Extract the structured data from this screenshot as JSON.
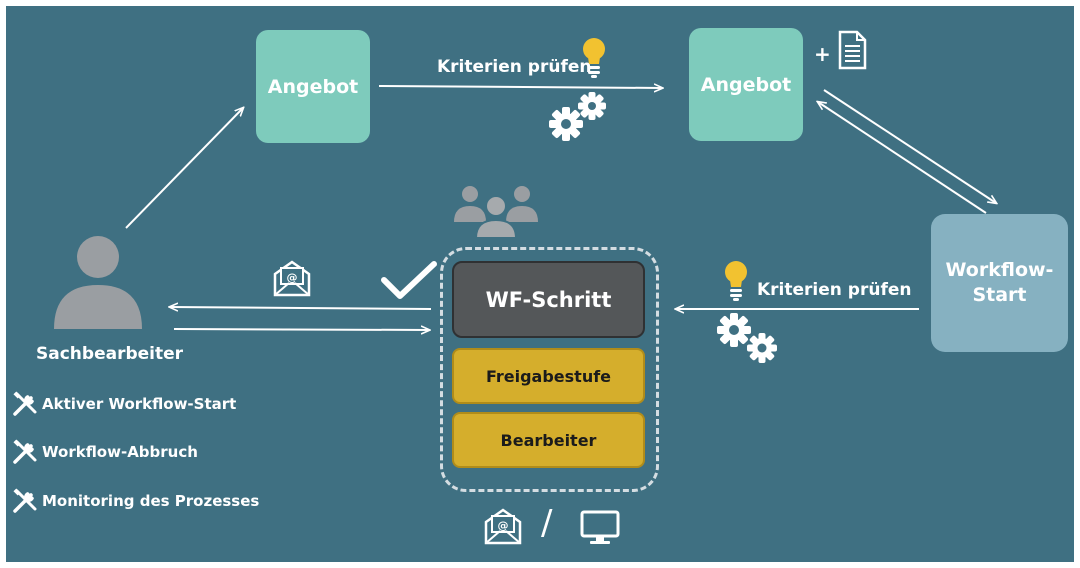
{
  "colors": {
    "background": "#3f7082",
    "offer_box": "#7ecbbc",
    "workflow_start_box": "#86b1c1",
    "wf_step": "#545759",
    "approval": "#d5ae2c",
    "bulb": "#f2c230",
    "person": "#9a9ea2"
  },
  "nodes": {
    "offer_1": "Angebot",
    "offer_2": "Angebot",
    "workflow_start_line1": "Workflow-",
    "workflow_start_line2": "Start",
    "wf_step": "WF-Schritt",
    "approval_level": "Freigabestufe",
    "editor": "Bearbeiter"
  },
  "labels": {
    "check_criteria_top": "Kriterien prüfen",
    "check_criteria_right": "Kriterien prüfen",
    "plus": "+",
    "slash": "/",
    "clerk": "Sachbearbeiter"
  },
  "tools": [
    {
      "icon": "tools-icon",
      "label": "Aktiver Workflow-Start"
    },
    {
      "icon": "tools-icon",
      "label": "Workflow-Abbruch"
    },
    {
      "icon": "tools-icon",
      "label": "Monitoring des Prozesses"
    }
  ],
  "icons": [
    "person-icon",
    "group-icon",
    "lightbulb-icon",
    "gears-icon",
    "document-icon",
    "email-icon",
    "checkmark-icon",
    "monitor-icon",
    "tools-icon"
  ]
}
